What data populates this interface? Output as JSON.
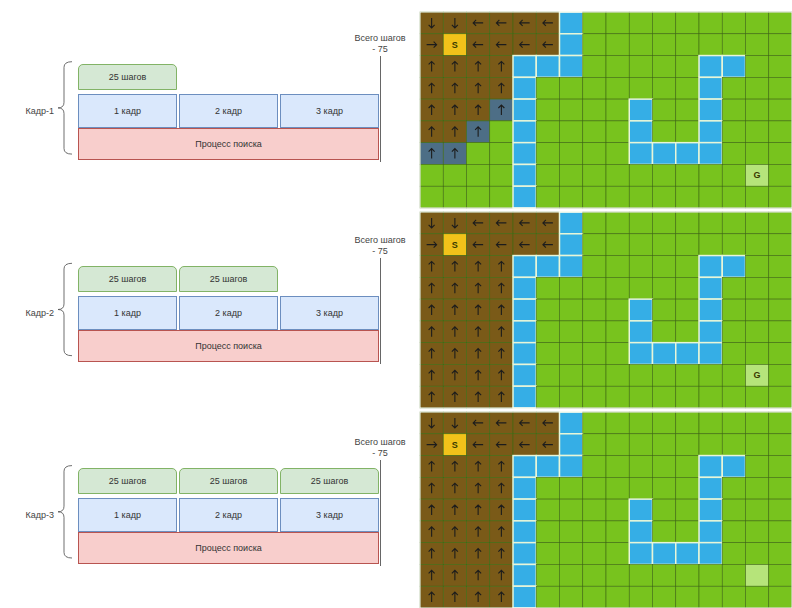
{
  "diagram": {
    "nodes": [
      {
        "text": [
          "25 шагов"
        ]
      },
      {
        "text": [
          "1 кадр"
        ]
      },
      {
        "text": [
          "2 кадр"
        ]
      },
      {
        "text": [
          "3 кадр"
        ]
      },
      {
        "text": [
          "Процесс поиска"
        ]
      },
      {
        "text": [
          "25 шагов"
        ]
      },
      {
        "text": [
          "25 шагов"
        ]
      },
      {
        "text": [
          "1 кадр"
        ]
      },
      {
        "text": [
          "2 кадр"
        ]
      },
      {
        "text": [
          "3 кадр"
        ]
      },
      {
        "text": [
          "Процесс поиска"
        ]
      },
      {
        "text": [
          "25 шагов"
        ]
      },
      {
        "text": [
          "25 шагов"
        ]
      },
      {
        "text": [
          "25 шагов"
        ]
      },
      {
        "text": [
          "1 кадр"
        ]
      },
      {
        "text": [
          "2 кадр"
        ]
      },
      {
        "text": [
          "3 кадр"
        ]
      },
      {
        "text": [
          "Процесс поиска"
        ]
      }
    ],
    "labels": [
      "Всего шагов - 75",
      "Кадр-1",
      "S",
      "G",
      "Всего шагов - 75",
      "Кадр-2",
      "S",
      "G",
      "Всего шагов - 75",
      "Кадр-3",
      "S"
    ]
  }
}
